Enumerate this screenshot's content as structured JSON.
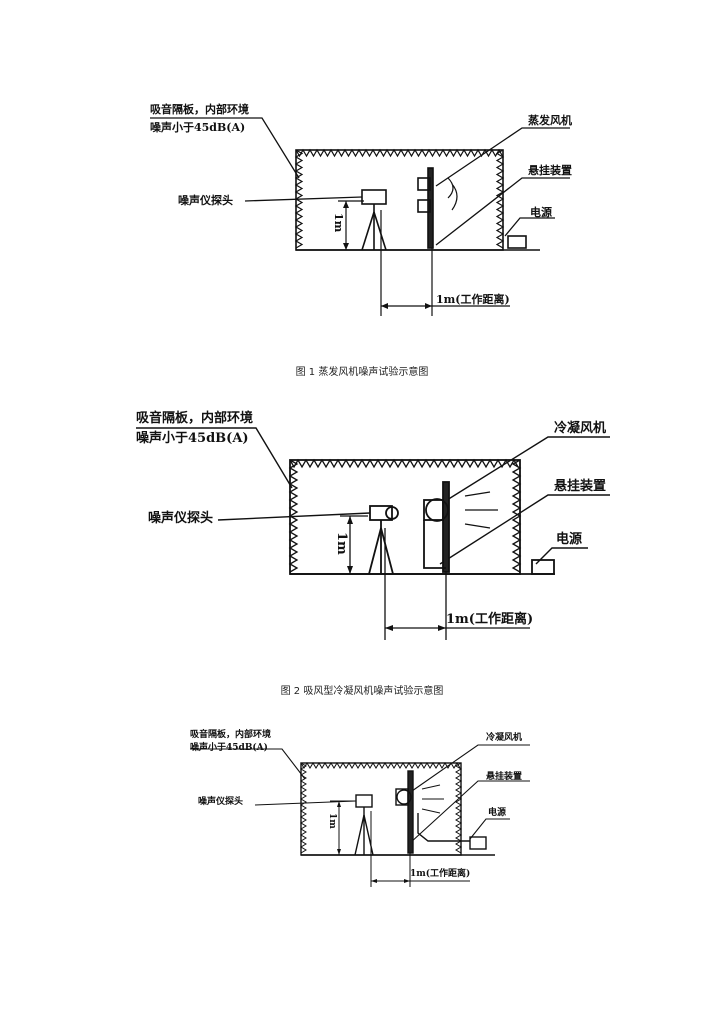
{
  "figure1": {
    "absorber_label_1": "吸音隔板，内部环境",
    "absorber_label_2": "噪声小于45dB(A)",
    "fan_label": "蒸发风机",
    "hanger_label": "悬挂装置",
    "power_label": "电源",
    "probe_label": "噪声仪探头",
    "height_label": "1m",
    "distance_label": "1m(工作距离)",
    "caption": "图 1 蒸发风机噪声试验示意图"
  },
  "figure2": {
    "absorber_label_1": "吸音隔板，内部环境",
    "absorber_label_2": "噪声小于45dB(A)",
    "fan_label": "冷凝风机",
    "hanger_label": "悬挂装置",
    "power_label": "电源",
    "probe_label": "噪声仪探头",
    "height_label": "1m",
    "distance_label": "1m(工作距离)",
    "caption": "图 2 吸风型冷凝风机噪声试验示意图"
  },
  "figure3": {
    "absorber_label_1": "吸音隔板，内部环境",
    "absorber_label_2": "噪声小于45dB(A)",
    "fan_label": "冷凝风机",
    "hanger_label": "悬挂装置",
    "power_label": "电源",
    "probe_label": "噪声仪探头",
    "height_label": "1m",
    "distance_label": "1m(工作距离)"
  }
}
